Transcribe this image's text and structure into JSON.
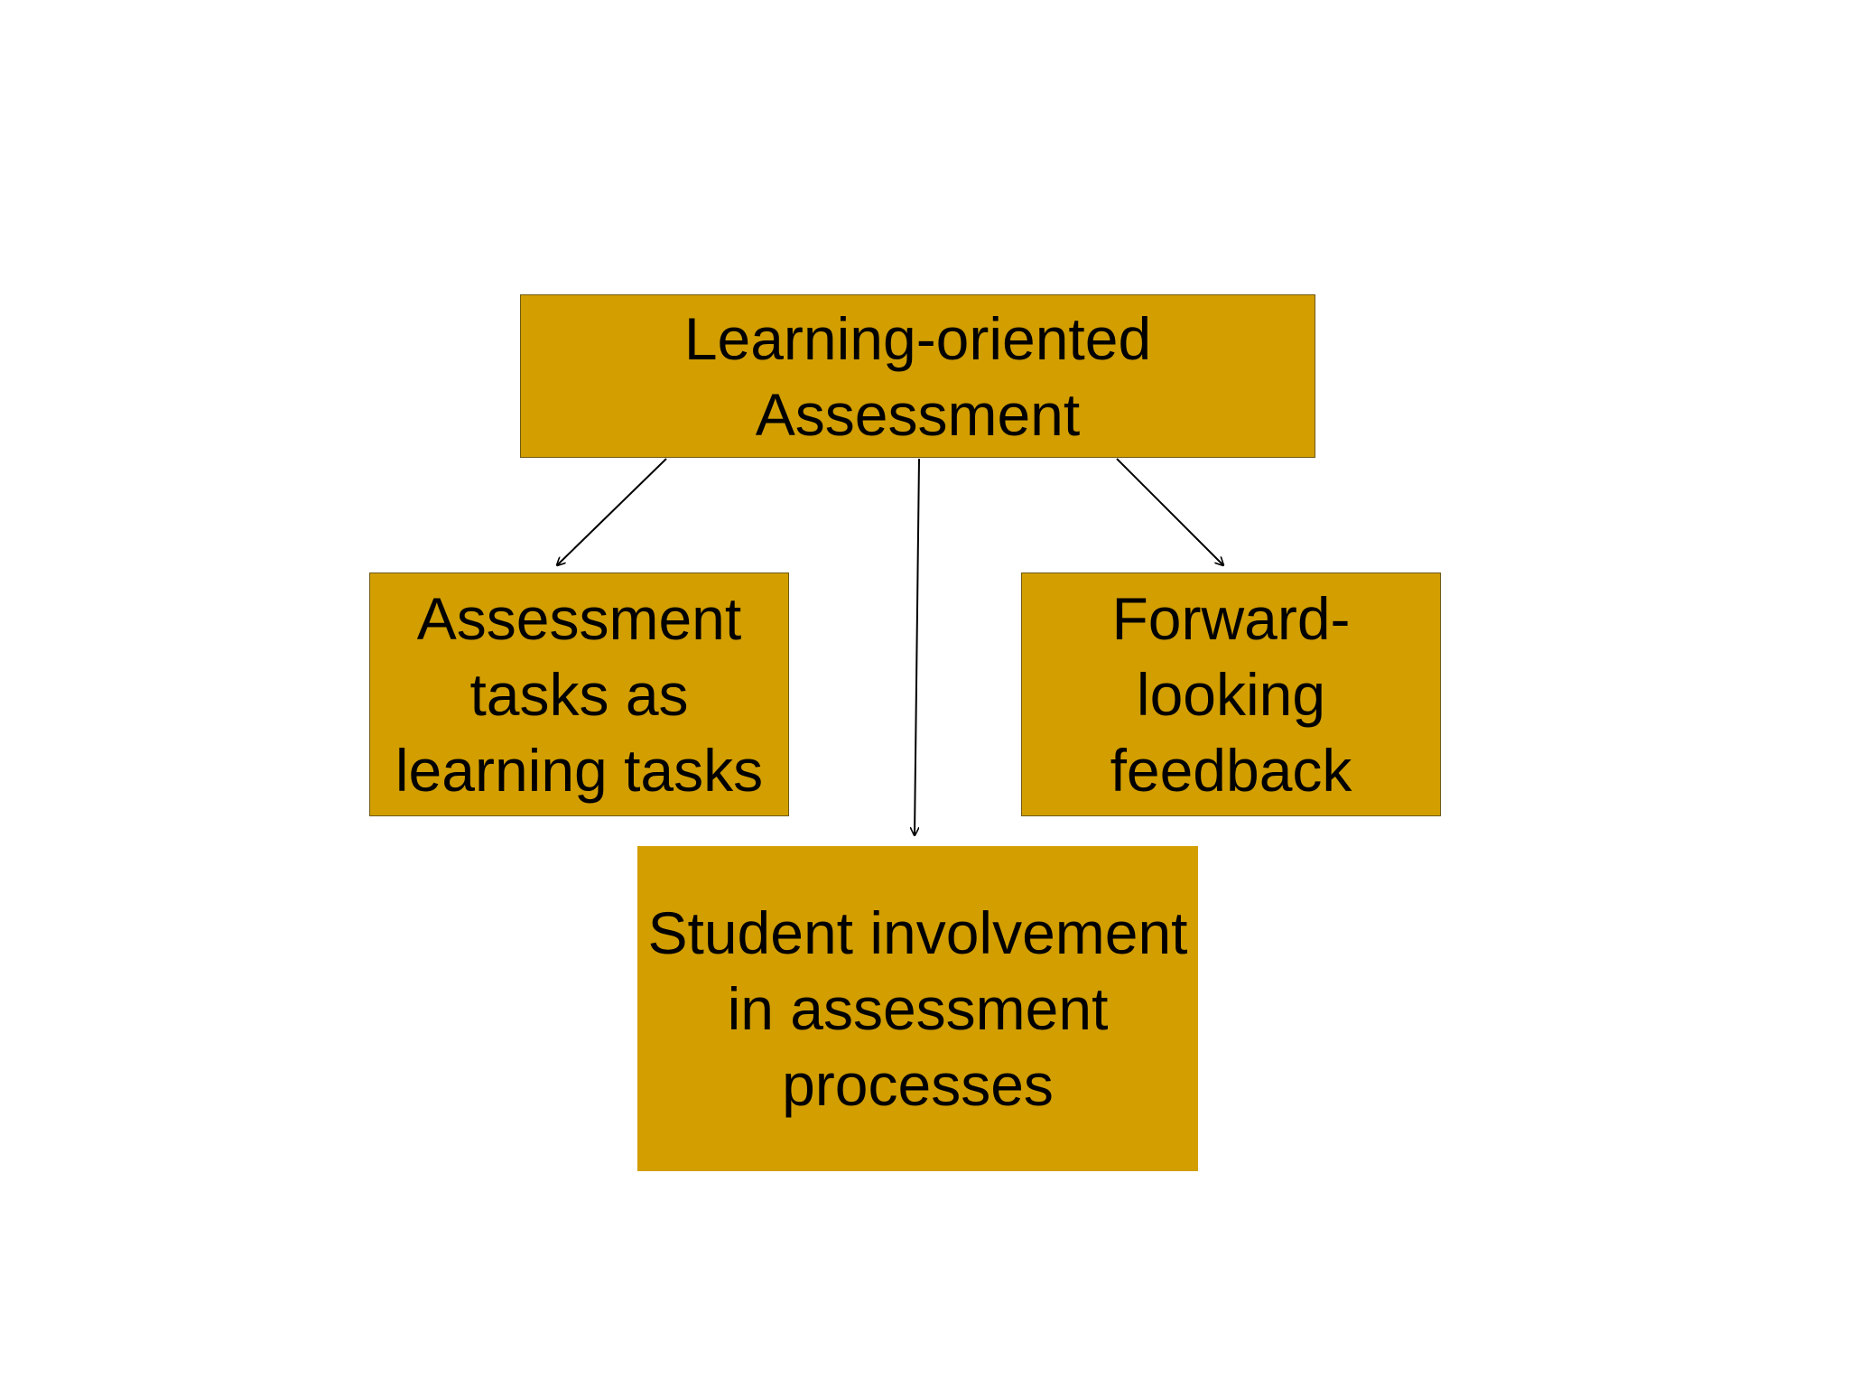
{
  "diagram": {
    "root": {
      "label": "Learning-oriented\nAssessment"
    },
    "children": [
      {
        "id": "left",
        "label": "Assessment\ntasks as\nlearning tasks"
      },
      {
        "id": "right",
        "label": "Forward-\nlooking\nfeedback"
      },
      {
        "id": "bottom",
        "label": "Student involvement\nin assessment\nprocesses"
      }
    ],
    "edges": [
      {
        "from": "root",
        "to": "left"
      },
      {
        "from": "root",
        "to": "bottom"
      },
      {
        "from": "root",
        "to": "right"
      }
    ]
  },
  "colors": {
    "box_fill": "#D29E00",
    "box_border": "#6e5a10",
    "text": "#000000",
    "arrow": "#000000",
    "background": "#FFFFFF"
  }
}
